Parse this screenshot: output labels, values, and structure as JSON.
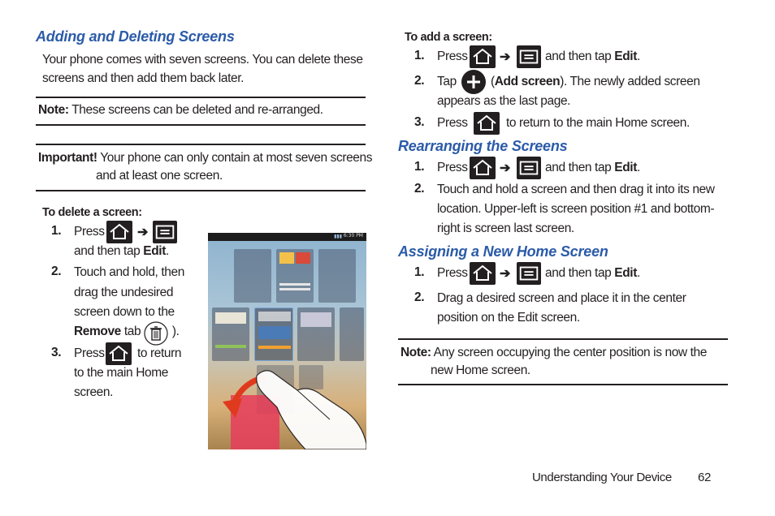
{
  "left": {
    "heading": "Adding and Deleting Screens",
    "intro_line1": "Your phone comes with seven screens. You can delete these",
    "intro_line2": "screens and then add them back later.",
    "note_label": "Note:",
    "note_text": " These screens can be deleted and re-arranged.",
    "important_label": "Important!",
    "important_line1": " Your phone can only contain at most seven screens",
    "important_line2": "and at least one screen.",
    "delete_title": "To delete a screen:",
    "steps": [
      {
        "num": "1.",
        "line1_a": "Press",
        "line2_a": "and then tap ",
        "line2_b": "Edit",
        "line2_c": "."
      },
      {
        "num": "2.",
        "line1": "Touch and hold, then",
        "line2": "drag the undesired",
        "line3": "screen down to the",
        "line4_a": "Remove",
        "line4_b": " tab (",
        "line4_c": ")."
      },
      {
        "num": "3.",
        "line1_a": "Press",
        "line1_b": "to return",
        "line2": "to the main Home",
        "line3": "screen."
      }
    ]
  },
  "phone_status": {
    "time": "6:30 PM"
  },
  "right": {
    "add_title": "To add a screen:",
    "add_steps": [
      {
        "num": "1.",
        "a": "Press",
        "b": "and then tap ",
        "c": "Edit",
        "d": "."
      },
      {
        "num": "2.",
        "a": "Tap",
        "b": "(",
        "c": "Add screen",
        "d": "). The newly added screen",
        "line2": "appears as the last page."
      },
      {
        "num": "3.",
        "a": "Press",
        "b": "to return to the main Home screen."
      }
    ],
    "rearrange_heading": "Rearranging the Screens",
    "rearrange_steps": [
      {
        "num": "1.",
        "a": "Press",
        "b": "and then tap ",
        "c": "Edit",
        "d": "."
      },
      {
        "num": "2.",
        "line1": "Touch and hold a screen and then drag it into its new",
        "line2": "location. Upper-left is screen position #1 and bottom-",
        "line3": "right is screen last screen."
      }
    ],
    "assign_heading": "Assigning a New Home Screen",
    "assign_steps": [
      {
        "num": "1.",
        "a": "Press",
        "b": "and then tap ",
        "c": "Edit",
        "d": "."
      },
      {
        "num": "2.",
        "line1": "Drag a desired screen and place it in the center",
        "line2": "position on the Edit screen."
      }
    ],
    "note_label": "Note:",
    "note_line1": " Any screen occupying the center position is now the",
    "note_line2": "new Home screen."
  },
  "arrow_glyph": "➔",
  "footer": {
    "section": "Understanding Your Device",
    "page": "62"
  },
  "colors": {
    "heading": "#2b5ba8",
    "text": "#231f20"
  }
}
